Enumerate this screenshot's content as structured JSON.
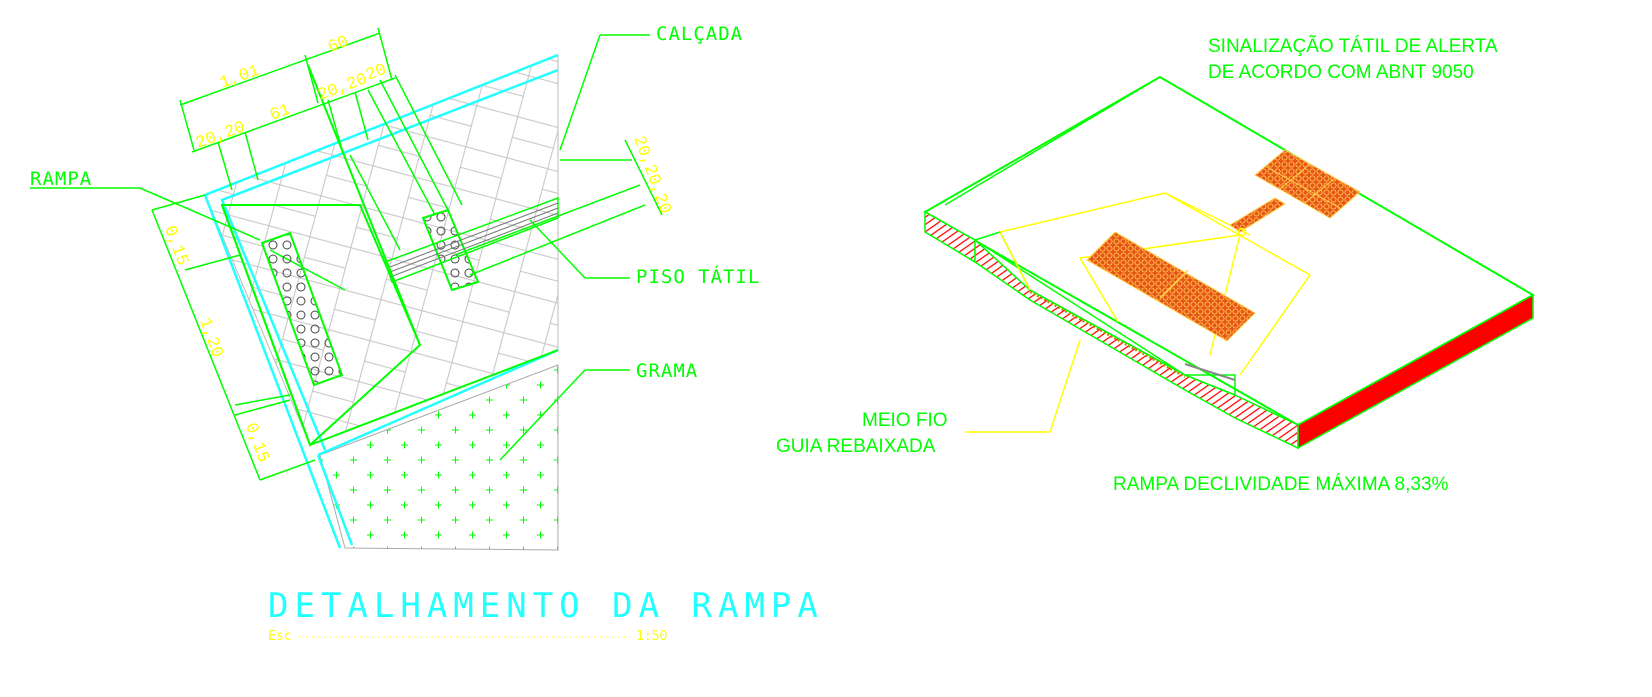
{
  "colors": {
    "background": "#ffffff",
    "line_green": "#00ff00",
    "line_cyan": "#22ffff",
    "dimension_yellow": "#ffff00",
    "tactile_orange": "#e8551a",
    "section_red": "#ff0000",
    "hatch_gray": "#bcbcbc"
  },
  "plan": {
    "labels": {
      "calcada": "CALÇADA",
      "rampa": "RAMPA",
      "piso_tatil": "PISO TÁTIL",
      "grama": "GRAMA"
    },
    "dimensions": {
      "d_60": "60",
      "d_101": "1,01",
      "d_2020_top": "20,20",
      "d_20": "20",
      "d_2020_left": "20,20",
      "d_61": "61",
      "d_202020_right": "20,20,20",
      "d_015_top": "0,15",
      "d_120": "1,20",
      "d_015_bottom": "0,15"
    },
    "title": "DETALHAMENTO DA RAMPA",
    "scale_prefix": "Esc",
    "scale_value": "1:50"
  },
  "iso": {
    "note_line1": "SINALIZAÇÃO TÁTIL DE ALERTA",
    "note_line2": "DE ACORDO COM ABNT 9050",
    "meio_fio": "MEIO FIO",
    "guia": "GUIA REBAIXADA",
    "rampa_note": "RAMPA DECLIVIDADE MÁXIMA 8,33%"
  }
}
